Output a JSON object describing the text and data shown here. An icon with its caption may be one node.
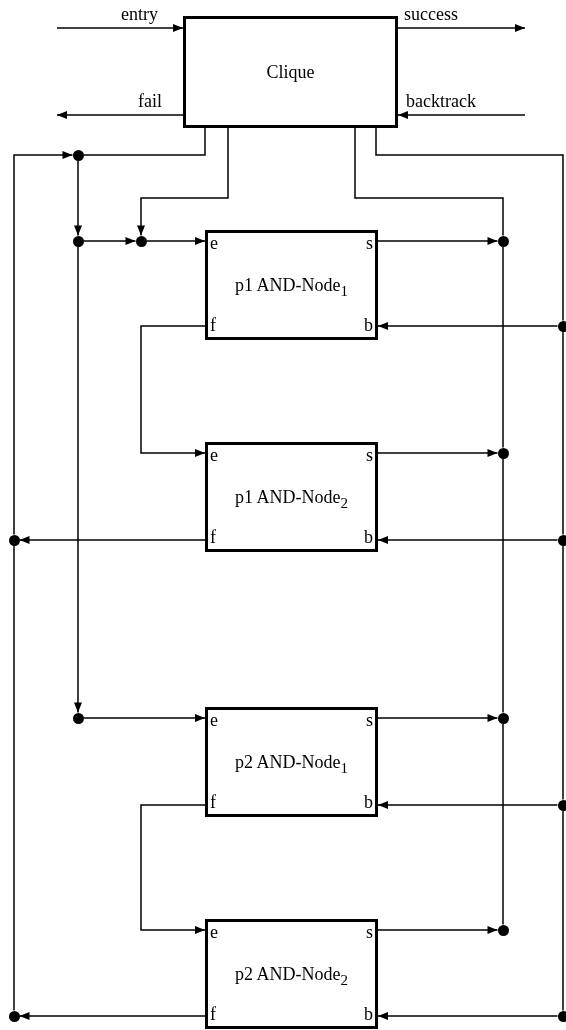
{
  "diagram": {
    "nodes": [
      {
        "text": [
          "Clique"
        ]
      },
      {
        "text": [],
        "shape": "circle"
      },
      {
        "text": [],
        "shape": "circle"
      },
      {
        "text": [],
        "shape": "circle"
      },
      {
        "text": [
          "e",
          "s",
          "p1 AND-Node$_{1}$",
          "f",
          "b"
        ]
      },
      {
        "text": [
          "e",
          "s",
          "p1 AND-Node$_{2}$",
          "f",
          "b"
        ]
      },
      {
        "text": [],
        "shape": "circle"
      },
      {
        "text": [
          "e",
          "s",
          "p2 AND-Node$_{1}$",
          "f",
          "b"
        ]
      },
      {
        "text": [
          "e",
          "s",
          "p2 AND-Node$_{2}$",
          "f",
          "b"
        ]
      },
      {
        "text": [],
        "shape": "circle"
      },
      {
        "text": [],
        "shape": "circle"
      },
      {
        "text": [],
        "shape": "circle"
      },
      {
        "text": [],
        "shape": "circle"
      },
      {
        "text": [],
        "shape": "circle"
      },
      {
        "text": [],
        "shape": "circle"
      },
      {
        "text": [],
        "shape": "circle"
      },
      {
        "text": [],
        "shape": "circle"
      },
      {
        "text": [],
        "shape": "circle"
      },
      {
        "text": [],
        "shape": "circle"
      }
    ],
    "edges": [
      {
        "from": null,
        "to": 0,
        "arrow": "to",
        "label": "entry"
      },
      {
        "from": 0,
        "to": null,
        "arrow": "to",
        "label": "success"
      },
      {
        "from": 0,
        "to": null,
        "arrow": "to",
        "label": "fail"
      },
      {
        "from": null,
        "to": 0,
        "arrow": "to",
        "label": "backtrack"
      },
      {
        "from": 0,
        "to": 3,
        "arrow": "to"
      },
      {
        "from": 9,
        "to": 0,
        "arrow": "none"
      },
      {
        "from": 10,
        "to": 9,
        "arrow": "none"
      },
      {
        "from": 11,
        "to": 10,
        "arrow": "none"
      },
      {
        "from": 12,
        "to": 11,
        "arrow": "none"
      },
      {
        "from": 14,
        "to": 13,
        "arrow": "none"
      },
      {
        "from": 13,
        "to": 1,
        "arrow": "to"
      },
      {
        "from": 1,
        "to": 0,
        "arrow": "none"
      },
      {
        "from": 1,
        "to": 2,
        "arrow": "to"
      },
      {
        "from": 2,
        "to": 6,
        "arrow": "to"
      },
      {
        "from": 2,
        "to": 3,
        "arrow": "to"
      },
      {
        "from": 3,
        "to": 4,
        "arrow": "to"
      },
      {
        "from": 6,
        "to": 7,
        "arrow": "to"
      },
      {
        "from": 4,
        "to": 9,
        "arrow": "to"
      },
      {
        "from": 5,
        "to": 10,
        "arrow": "to"
      },
      {
        "from": 7,
        "to": 11,
        "arrow": "to"
      },
      {
        "from": 8,
        "to": 12,
        "arrow": "to"
      },
      {
        "from": 4,
        "to": 5,
        "arrow": "to"
      },
      {
        "from": 7,
        "to": 8,
        "arrow": "to"
      },
      {
        "from": 5,
        "to": 13,
        "arrow": "to"
      },
      {
        "from": 8,
        "to": 14,
        "arrow": "to"
      },
      {
        "from": 15,
        "to": 4,
        "arrow": "to"
      },
      {
        "from": 16,
        "to": 5,
        "arrow": "to"
      },
      {
        "from": 17,
        "to": 7,
        "arrow": "to"
      },
      {
        "from": 18,
        "to": 8,
        "arrow": "to"
      },
      {
        "from": 0,
        "to": 15,
        "arrow": "none"
      },
      {
        "from": 15,
        "to": 16,
        "arrow": "none"
      },
      {
        "from": 16,
        "to": 17,
        "arrow": "none"
      },
      {
        "from": 17,
        "to": 18,
        "arrow": "none"
      }
    ]
  }
}
